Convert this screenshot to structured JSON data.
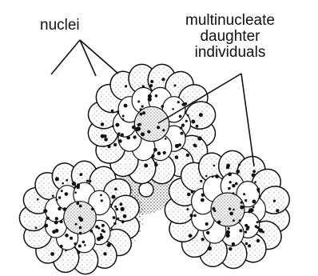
{
  "labels": {
    "nuclei": "nuclei",
    "daughters_line1": "multinucleate",
    "daughters_line2": "daughter",
    "daughters_line3": "individuals"
  },
  "colors": {
    "ink": "#111111",
    "stipple": "#2a2a2a",
    "cell_fill": "#ffffff",
    "center_fill": "#f3f3f3"
  }
}
